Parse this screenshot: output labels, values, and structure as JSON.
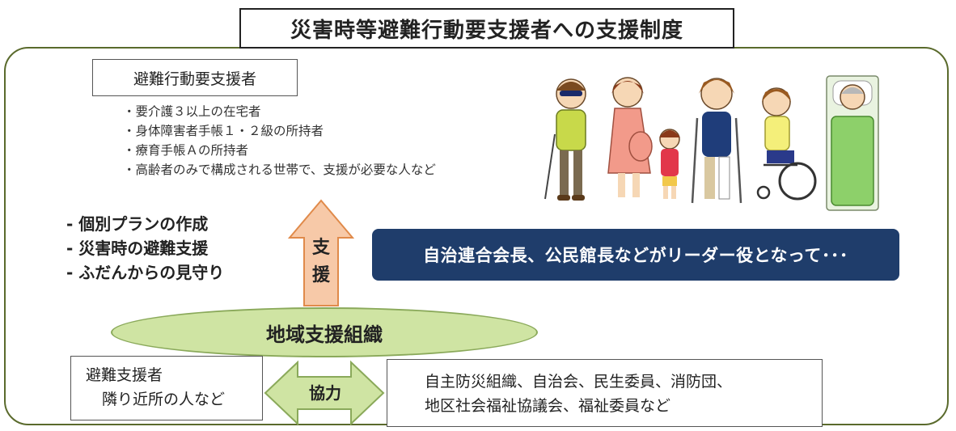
{
  "title": "災害時等避難行動要支援者への支援制度",
  "target": {
    "label": "避難行動要支援者",
    "criteria": [
      "要介護３以上の在宅者",
      "身体障害者手帳１・２級の所持者",
      "療育手帳Ａの所持者",
      "高齢者のみで構成される世帯で、支援が必要な人など"
    ]
  },
  "plans": [
    "個別プランの作成",
    "災害時の避難支援",
    "ふだんからの見守り"
  ],
  "support_arrow": {
    "label_1": "支",
    "label_2": "援"
  },
  "banner": "自治連合会長、公民館長などがリーダー役となって･･･",
  "organization": "地域支援組織",
  "helpers": {
    "line1": "避難支援者",
    "line2": "隣り近所の人など"
  },
  "cooperation": "協力",
  "members": {
    "line1": "自主防災組織、自治会、民生委員、消防団、",
    "line2": "地区社会福祉協議会、福祉委員など"
  },
  "colors": {
    "frame": "#5a6a2c",
    "banner": "#1f3d6b",
    "arrow_up": "#f7c9a8",
    "ellipse": "#cfe4a3",
    "coop_arrow": "#cfe4a3"
  }
}
